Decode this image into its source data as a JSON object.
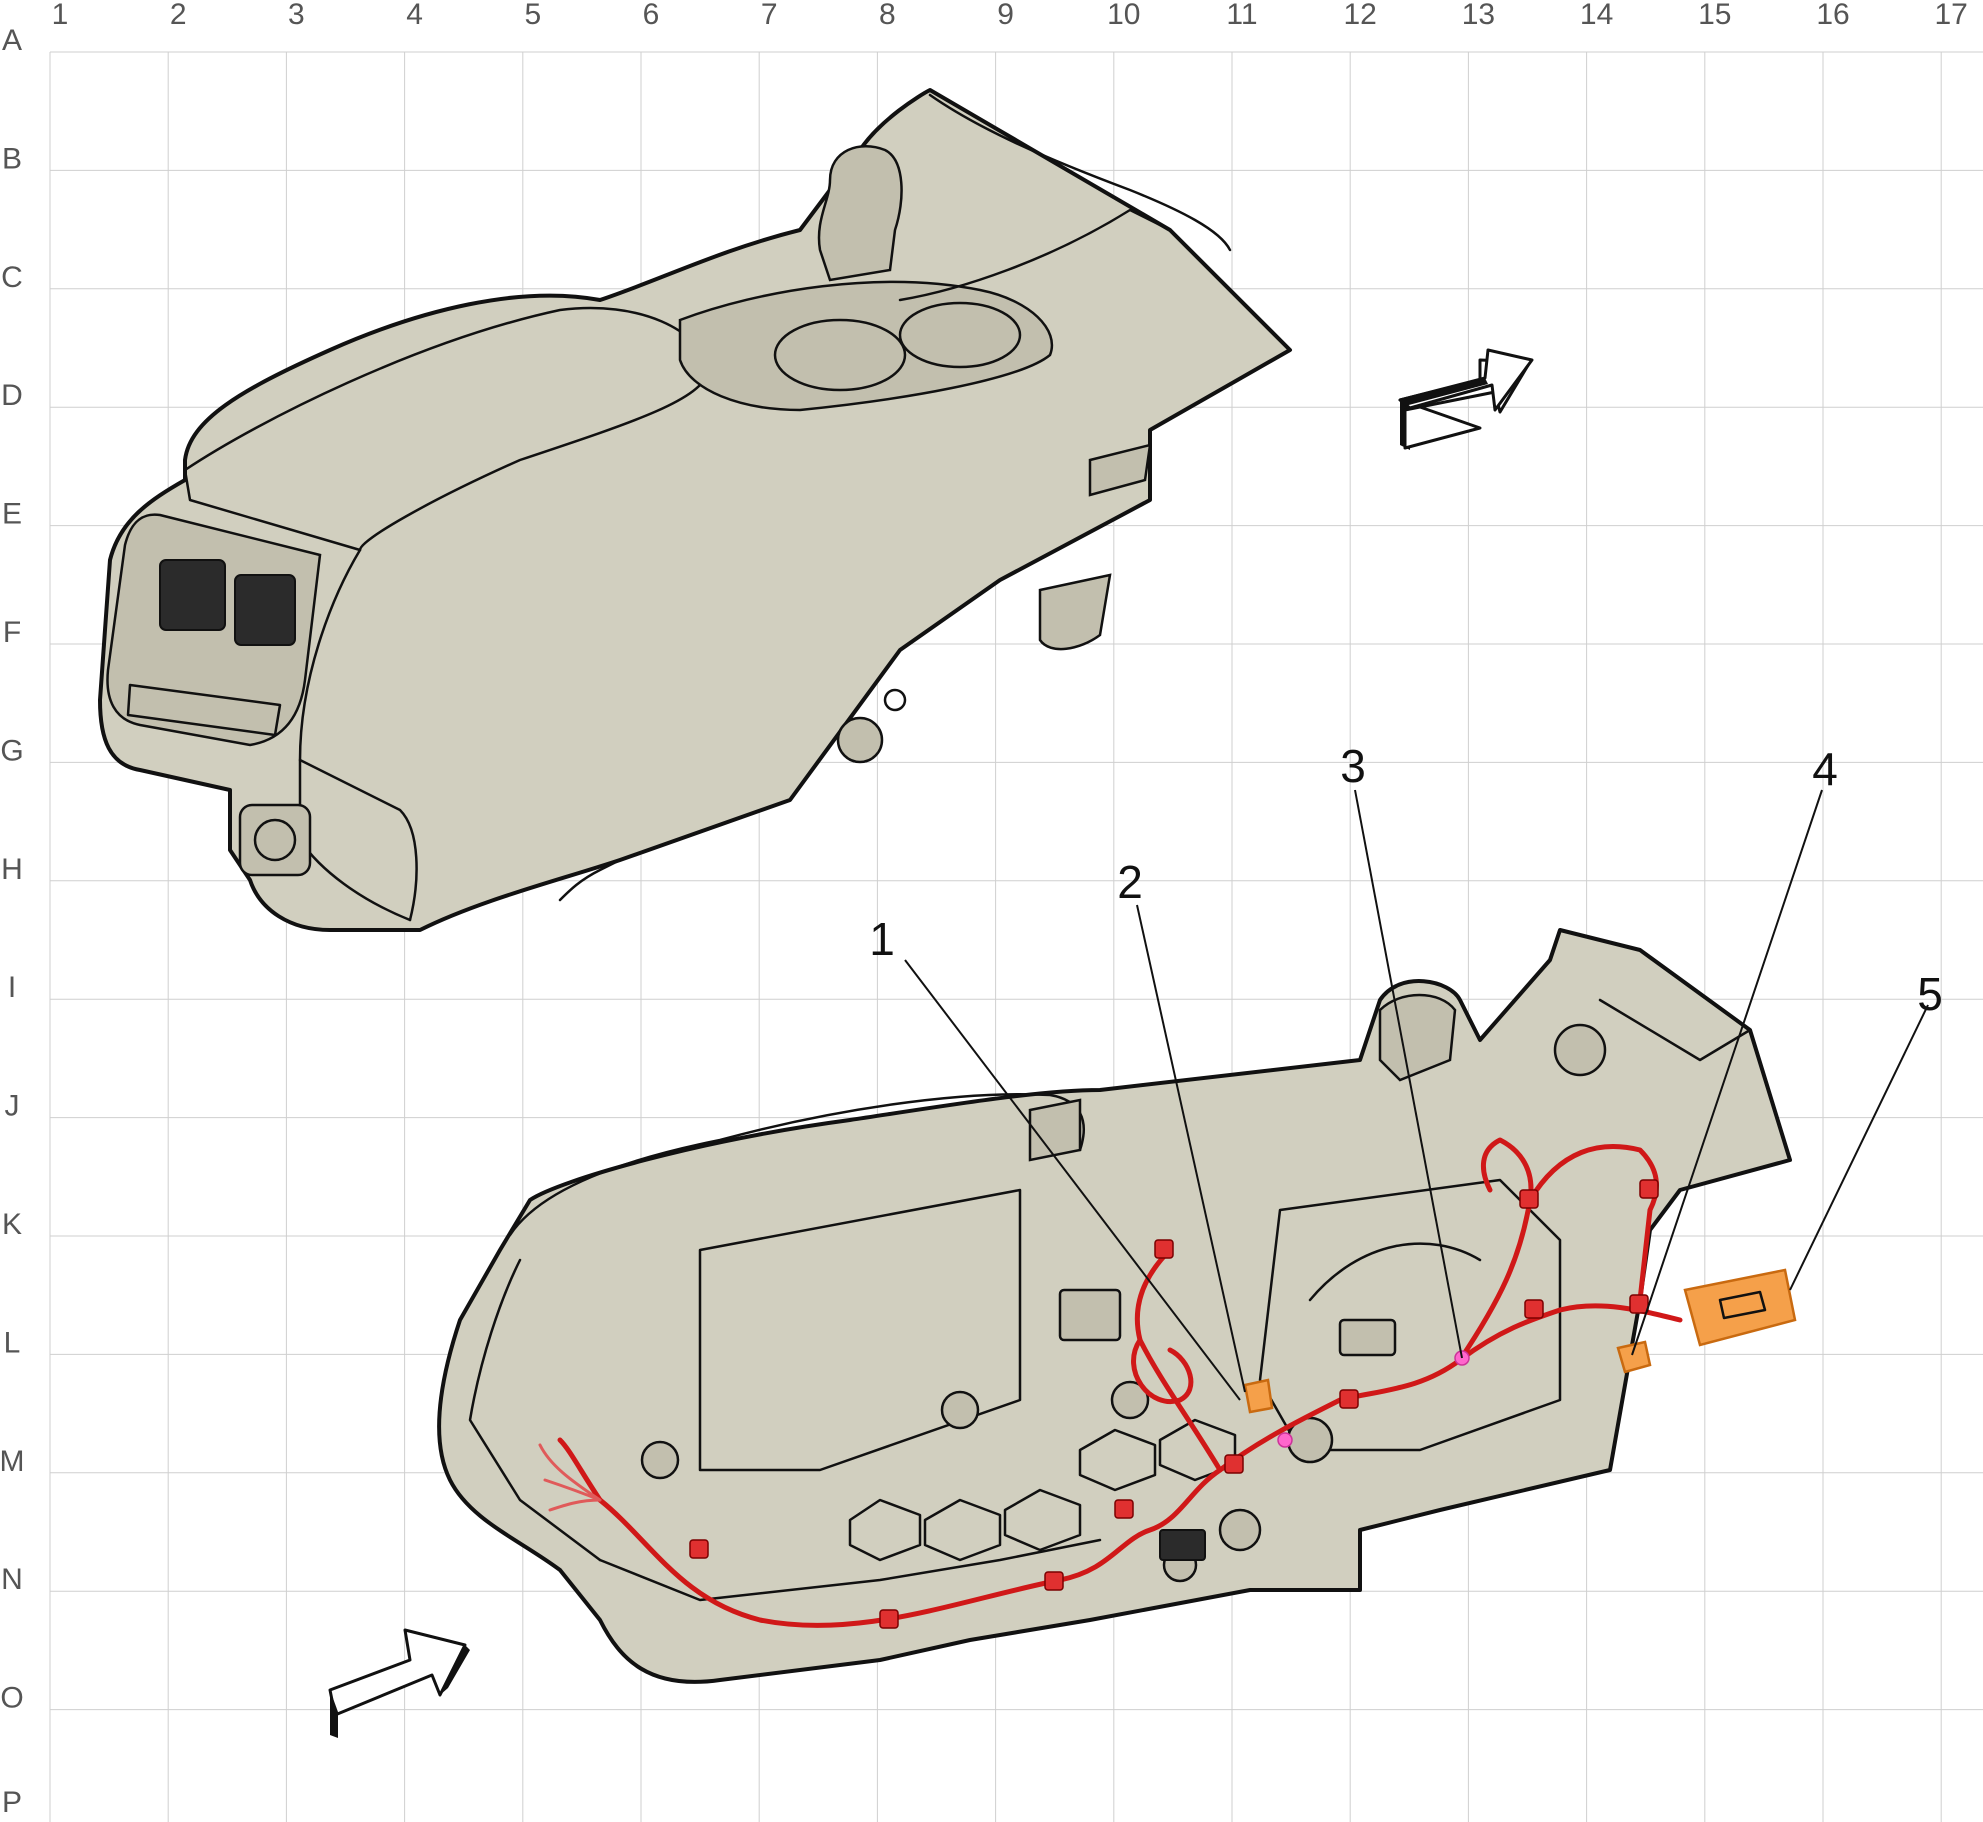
{
  "grid": {
    "columns": [
      "1",
      "2",
      "3",
      "4",
      "5",
      "6",
      "7",
      "8",
      "9",
      "10",
      "11",
      "12",
      "13",
      "14",
      "15",
      "16",
      "17"
    ],
    "rows": [
      "A",
      "B",
      "C",
      "D",
      "E",
      "F",
      "G",
      "H",
      "I",
      "J",
      "K",
      "L",
      "M",
      "N",
      "O",
      "P"
    ]
  },
  "callouts": [
    {
      "id": "1",
      "label": "1"
    },
    {
      "id": "2",
      "label": "2"
    },
    {
      "id": "3",
      "label": "3"
    },
    {
      "id": "4",
      "label": "4"
    },
    {
      "id": "5",
      "label": "5"
    }
  ],
  "colors": {
    "console_body": "#d1cfbf",
    "harness": "#d01818",
    "connector_highlight": "#f5a04a",
    "splice_marker": "#ff66cc",
    "grid": "#cfcfcf"
  }
}
